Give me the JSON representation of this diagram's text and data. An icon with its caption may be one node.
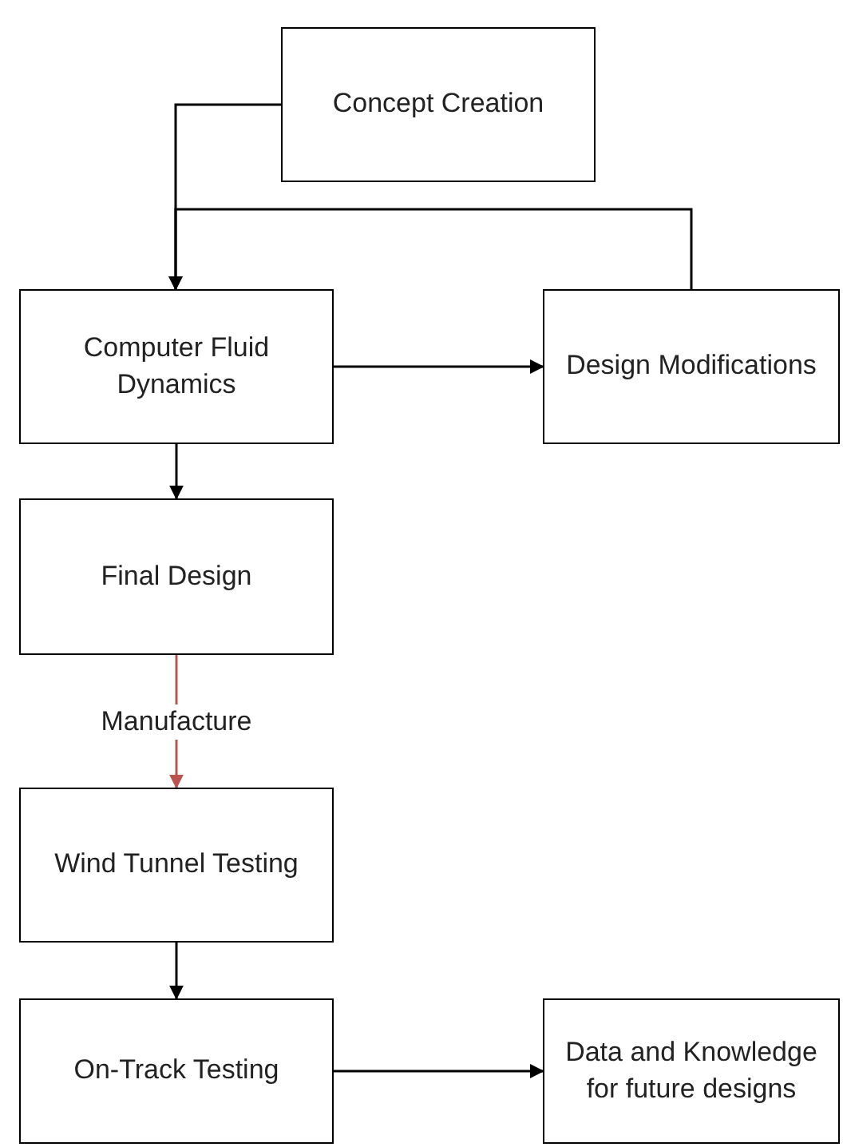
{
  "diagram": {
    "nodes": [
      {
        "text": [
          "Concept Creation"
        ]
      },
      {
        "text": [
          "Computer Fluid Dynamics"
        ]
      },
      {
        "text": [
          "Design Modifications"
        ]
      },
      {
        "text": [
          "Final Design"
        ]
      },
      {
        "text": [
          "Wind Tunnel Testing"
        ]
      },
      {
        "text": [
          "On-Track Testing"
        ]
      },
      {
        "text": [
          "Data and Knowledge for future designs"
        ]
      }
    ],
    "edges": [
      {
        "from": 0,
        "to": 1,
        "arrow": "to"
      },
      {
        "from": 2,
        "to": 1,
        "arrow": "to"
      },
      {
        "from": 1,
        "to": 2,
        "arrow": "to"
      },
      {
        "from": 1,
        "to": 3,
        "arrow": "to"
      },
      {
        "from": 3,
        "to": 4,
        "arrow": "to",
        "label": "Manufacture",
        "color": "#b85450"
      },
      {
        "from": 4,
        "to": 5,
        "arrow": "to"
      },
      {
        "from": 5,
        "to": 6,
        "arrow": "to"
      }
    ]
  }
}
